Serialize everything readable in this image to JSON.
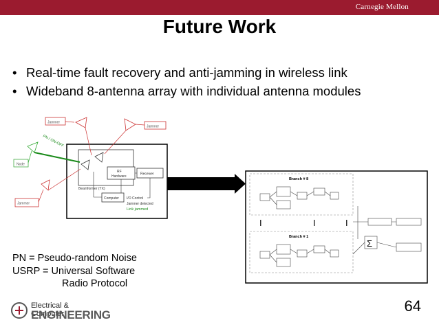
{
  "header": {
    "brand": "Carnegie Mellon",
    "color": "#9b1b2f"
  },
  "title": "Future Work",
  "bullets": [
    "Real-time fault recovery and anti-jamming in wireless link",
    "Wideband 8-antenna array with individual antenna modules"
  ],
  "left_diagram": {
    "jammer1": "Jammer",
    "jammer2": "Jammer",
    "jammer3": "Jammer",
    "node": "Node",
    "interference_label": "PN / ON-OFF",
    "rf": "RF",
    "hardware": "Hardware",
    "receiver": "Receiver",
    "beamformer": "Beamformer (TX)",
    "computer": "Computer",
    "io": "I/O Control",
    "detected": "Jammer detected",
    "jammed": "Link jammed"
  },
  "right_diagram": {
    "branch_top": "Branch # 8",
    "branch_bottom": "Branch # 1",
    "sum_symbol": "Σ"
  },
  "legend": [
    "PN = Pseudo-random Noise",
    "USRP = Universal Software",
    "Radio Protocol"
  ],
  "page_number": "64",
  "footer_logo": {
    "line1": "Electrical & Computer",
    "line2": "ENGINEERING"
  }
}
